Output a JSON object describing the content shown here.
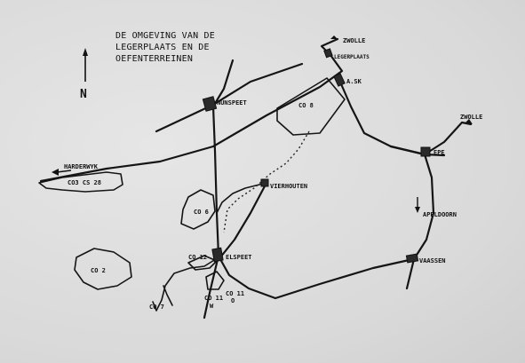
{
  "title": {
    "line1": "DE OMGEVING VAN DE",
    "line2": "LEGERPLAATS EN DE",
    "line3": "OEFENTERREINEN"
  },
  "north": "N",
  "places": {
    "zwolle_top": "ZWOLLE",
    "legerplaats": "LEGERPLAATS",
    "asx": "A.SK",
    "zwolle_right": "ZWOLLE",
    "nunspeet": "NUNSPEET",
    "harderwijk": "HARDERWYK",
    "co8": "CO 8",
    "epe": "EPE",
    "vierhouten": "VIERHOUTEN",
    "apeldoorn": "APELDOORN",
    "co3": "CO3  CS 28",
    "co6": "CO 6",
    "co12": "CO 12",
    "elspeet": "ELSPEET",
    "vaassen": "VAASSEN",
    "co2": "CO 2",
    "co11w": "CO 11",
    "co11w_sub": "W",
    "co11o": "CO 11",
    "co11o_sub": "O",
    "co7": "CO 7"
  }
}
